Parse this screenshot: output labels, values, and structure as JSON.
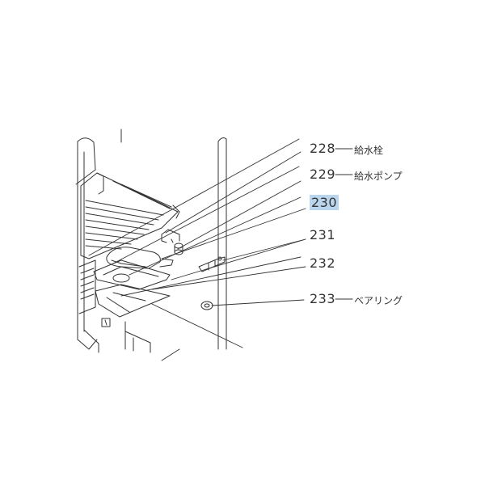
{
  "parts": [
    {
      "number": "228",
      "name": "給水栓"
    },
    {
      "number": "229",
      "name": "給水ポンプ"
    },
    {
      "number": "230",
      "name": "",
      "highlighted": true
    },
    {
      "number": "231",
      "name": ""
    },
    {
      "number": "232",
      "name": ""
    },
    {
      "number": "233",
      "name": "ベアリング"
    }
  ],
  "colors": {
    "line": "#333333",
    "highlight": "#b9d6ee"
  }
}
